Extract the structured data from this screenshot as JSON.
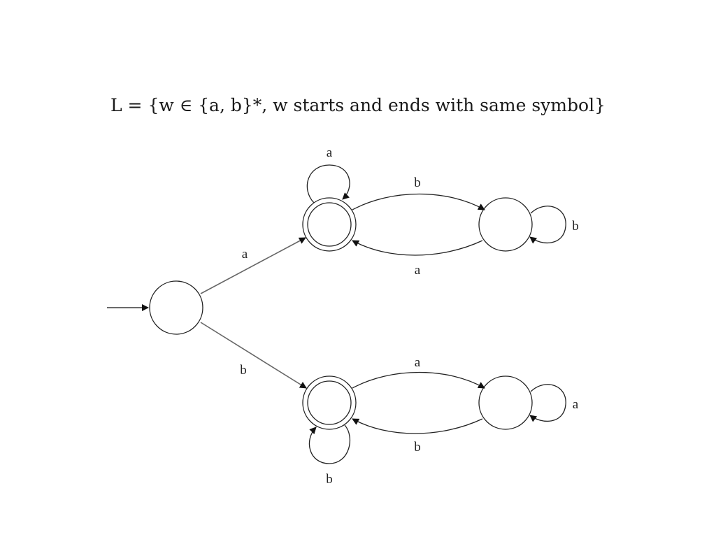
{
  "title": "L = {w ∈ {a, b}*, w starts and ends with same symbol}",
  "labels": {
    "q0_q1": "a",
    "q0_q3": "b",
    "q1_loop": "a",
    "q1_q2": "b",
    "q2_q1": "a",
    "q2_loop": "b",
    "q3_q4": "a",
    "q4_q3": "b",
    "q4_loop": "a",
    "q3_loop": "b"
  },
  "colors": {
    "stroke": "#222222",
    "edge_gray": "#666666"
  }
}
